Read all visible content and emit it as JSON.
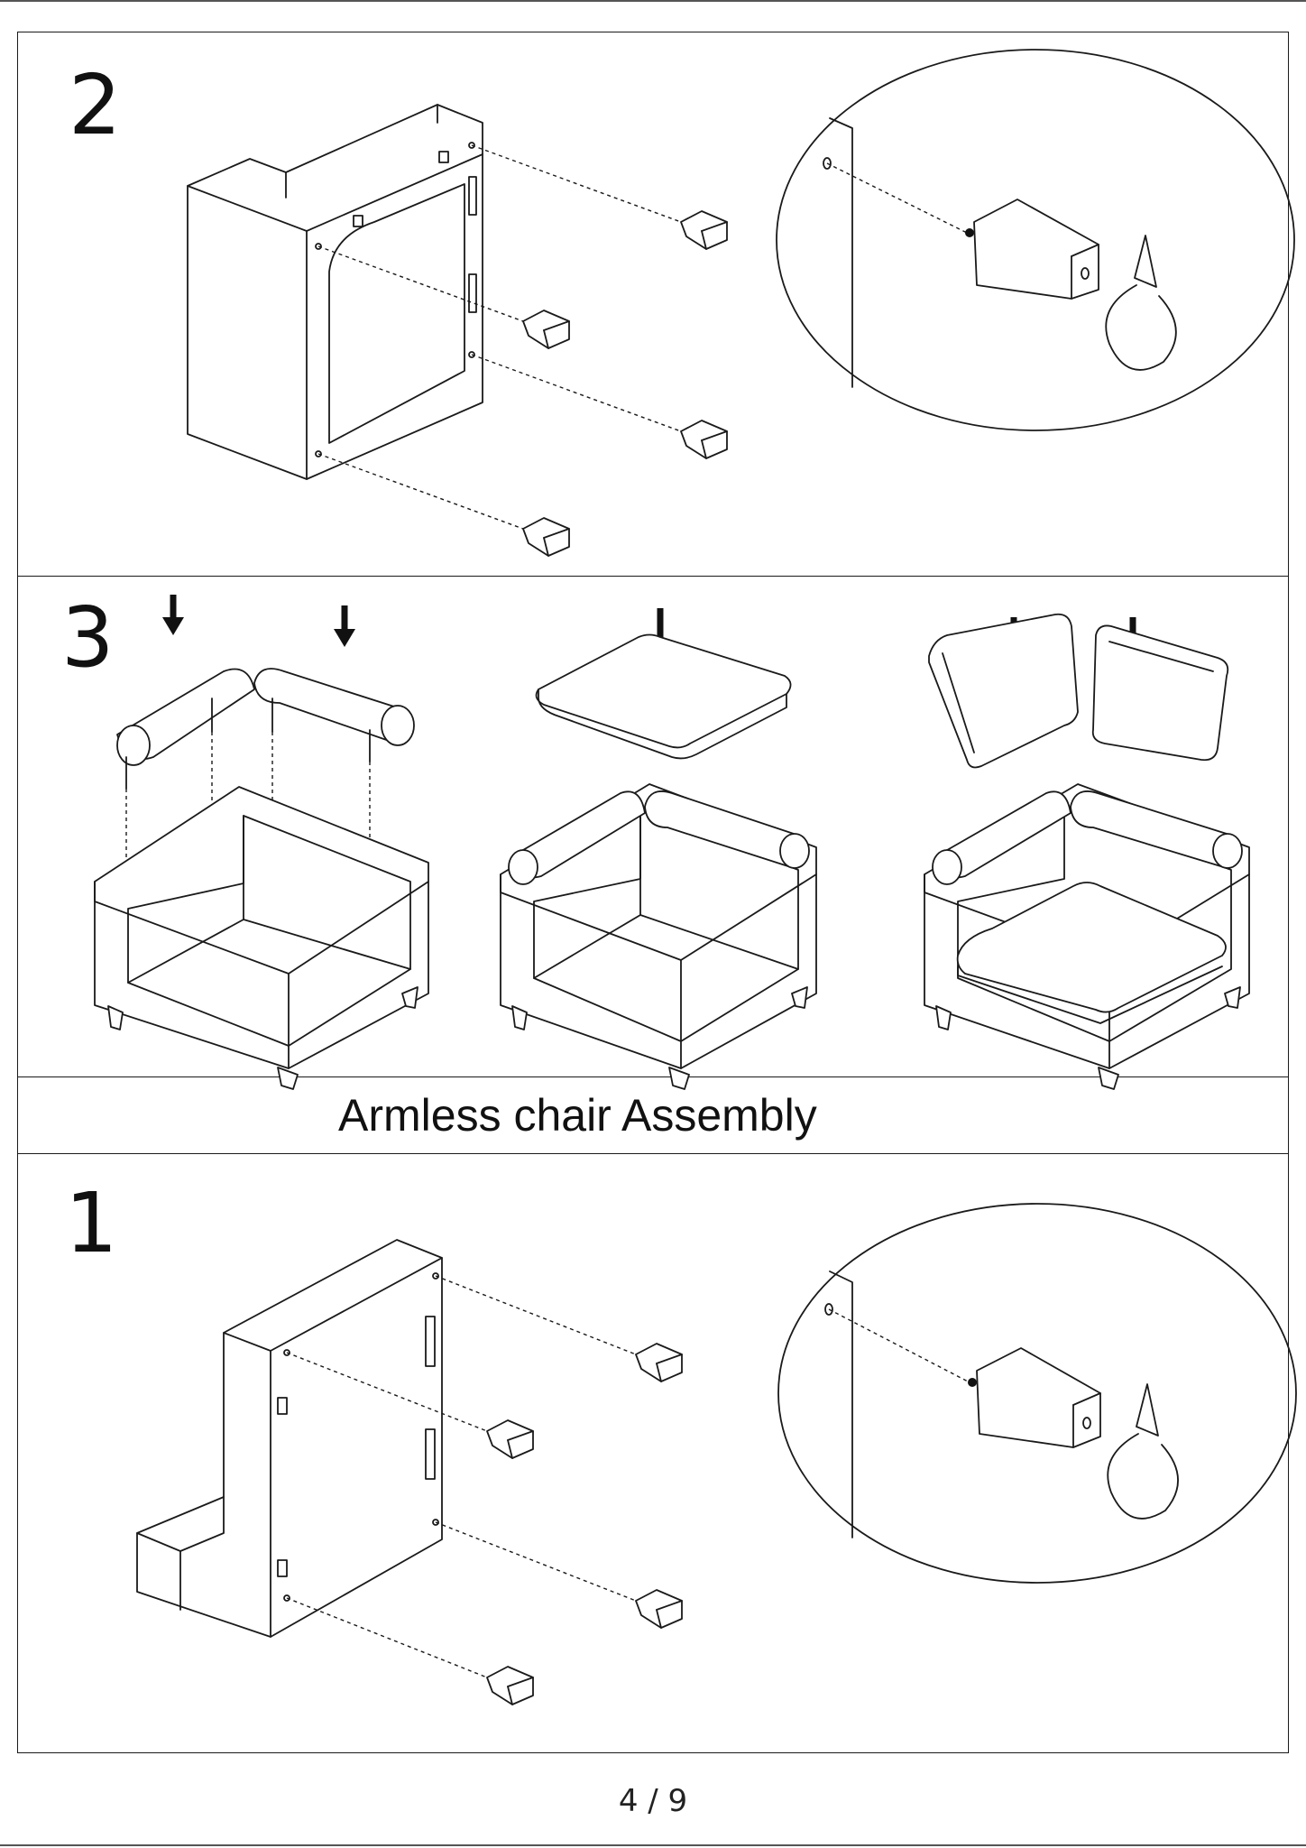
{
  "document": {
    "section_title": "Armless chair Assembly",
    "page_number": "4 / 9"
  },
  "steps": [
    {
      "number": "2",
      "description": ""
    },
    {
      "number": "3",
      "description": ""
    },
    {
      "number": "1",
      "description": ""
    }
  ]
}
